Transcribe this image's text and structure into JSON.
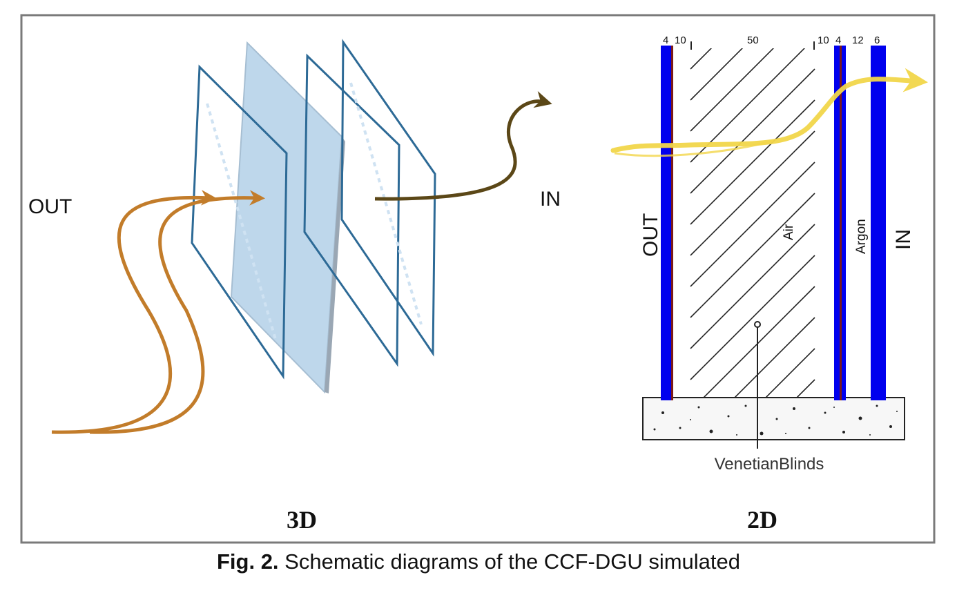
{
  "panel_3d": {
    "out_label": "OUT",
    "in_label": "IN",
    "view_label": "3D"
  },
  "panel_2d": {
    "view_label": "2D",
    "out_label": "OUT",
    "in_label": "IN",
    "air_label": "Air",
    "argon_label": "Argon",
    "blinds_label": "VenetianBlinds",
    "dimensions": [
      "4",
      "10",
      "50",
      "10",
      "4",
      "12",
      "6"
    ]
  },
  "caption": {
    "prefix": "Fig. 2.",
    "text": " Schematic diagrams of the CCF-DGU simulated"
  },
  "colors": {
    "glass_blue": "#0000ee",
    "frame_blue": "#2d6a96",
    "arrow_orange": "#c27c2a",
    "arrow_dark": "#5b4717",
    "light_yellow": "#f2d64a",
    "blind_fill": "#b9d4ea"
  }
}
